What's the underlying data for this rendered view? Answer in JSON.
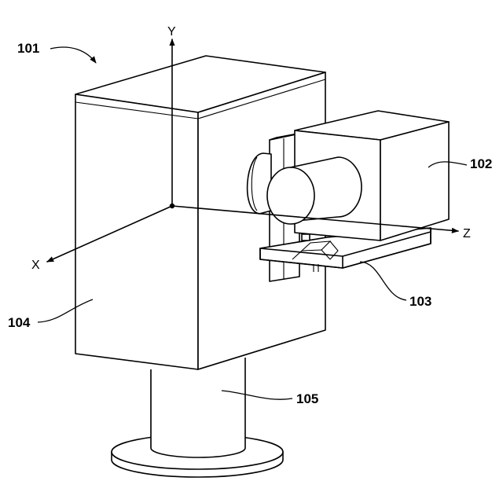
{
  "figure": {
    "labels": {
      "assembly": "101",
      "camera": "102",
      "mount": "103",
      "housing": "104",
      "pedestal": "105"
    },
    "axes": {
      "x": "X",
      "y": "Y",
      "z": "Z"
    }
  }
}
